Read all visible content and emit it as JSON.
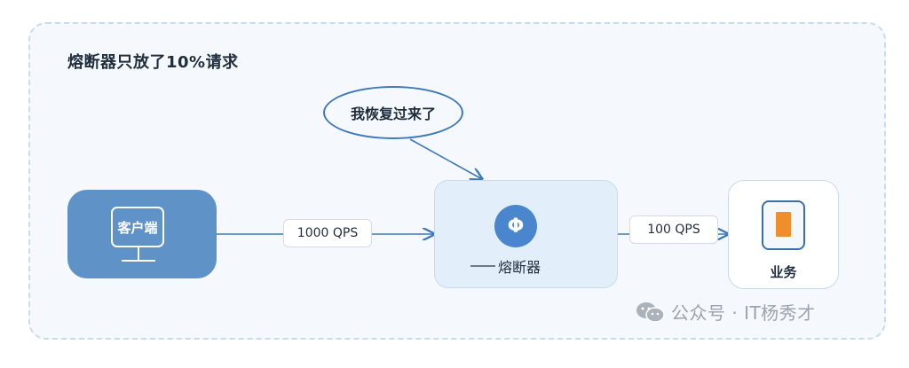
{
  "title": "熔断器只放了10%请求",
  "bubble": {
    "text": "我恢复过来了"
  },
  "client": {
    "label": "客户端",
    "icon": "monitor-icon"
  },
  "breaker": {
    "label": "熔断器",
    "icon": "circuit-breaker-icon",
    "glyph": "Φ"
  },
  "service": {
    "label": "业务",
    "icon": "service-box-icon"
  },
  "edges": [
    {
      "from": "客户端",
      "to": "熔断器",
      "label": "1000 QPS"
    },
    {
      "from": "熔断器",
      "to": "业务",
      "label": "100 QPS"
    },
    {
      "from": "我恢复过来了",
      "to": "熔断器",
      "label": ""
    }
  ],
  "watermark": {
    "text": "公众号 · IT杨秀才",
    "icon": "wechat-icon"
  },
  "colors": {
    "client_fill": "#5f93c8",
    "breaker_fill": "#e3eefb",
    "breaker_icon": "#4a86cd",
    "service_accent": "#ef8e2c",
    "arrow": "#3f79b8",
    "frame_border": "#c9dcee"
  }
}
